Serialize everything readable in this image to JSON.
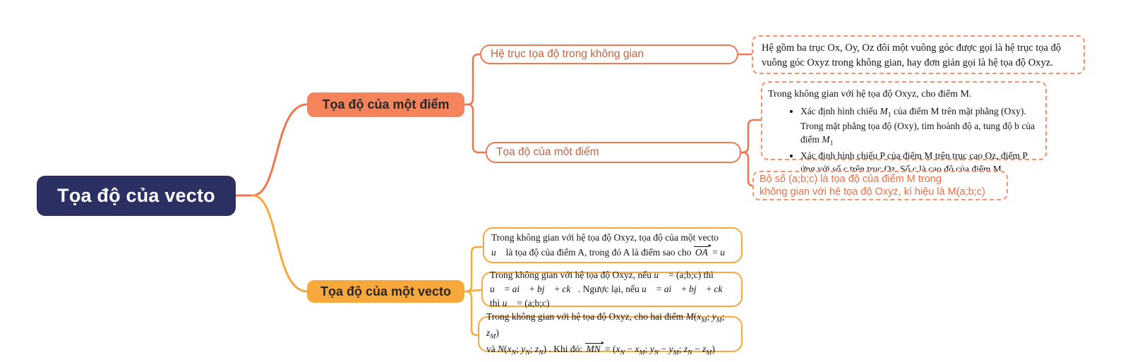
{
  "colors": {
    "root_bg": "#2b2f62",
    "root_text": "#ffffff",
    "branch_point_bg": "#f5845d",
    "branch_vector_bg": "#f9a83c",
    "top_line": "#f0764f",
    "bottom_line": "#f9a83c",
    "sub_border": "#ee7a51",
    "sub_text": "#c06644",
    "dashed_border": "#f5916c",
    "result_text": "#ed6e42"
  },
  "mindmap": {
    "root": {
      "label": "Tọa độ của vecto"
    },
    "branch_point": {
      "label": "Tọa độ của một điểm",
      "sub_axis": {
        "label": "Hệ trục tọa độ trong không gian",
        "note": "Hệ gồm ba trục Ox, Oy, Oz đôi một vuông góc được gọi là hệ trục tọa độ vuông góc Oxyz trong không gian, hay đơn giản gọi là hệ tọa độ Oxyz."
      },
      "sub_point": {
        "label": "Tọa độ của môt điểm",
        "steps": {
          "intro": "Trong không gian với hệ tọa độ Oxyz, cho điểm M.",
          "bullet1_html": "Xác định hình chiếu <i>M</i><sub>1</sub> của điểm M trên mặt phẳng (Oxy).<br>Trong mặt phẳng tọa độ (Oxy), tìm hoành độ a, tung độ b của điểm <i>M</i><sub>1</sub>",
          "bullet2": "Xác định hình chiếu P của điểm M trên trục cao Oz, điểm P ứng với số c trên trục Oz. Số c là cao độ của điểm M."
        },
        "result": {
          "line1": "Bộ số (a;b;c) là tọa độ của điểm M trong",
          "line2": "không gian với hệ tọa độ Oxyz, kí hiệu là M(a;b;c)"
        }
      }
    },
    "branch_vector": {
      "label": "Tọa độ của một vecto",
      "notes": [
        {
          "html": "Trong không gian với hệ tọa độ Oxyz, tọa độ của một vecto<br><i>u⃗</i> là tọa độ của điểm A, trong đó A là điểm sao cho <span class=\"oar\">OA</span> = <i>u⃗</i>"
        },
        {
          "html": "Trong không gian với hệ tọa độ Oxyz, nếu <i>u⃗</i> = (a;b;c) thì<br><i>u⃗</i> = <i>ai⃗</i> + <i>bj⃗</i> + <i>ck⃗</i>. Ngược lại, nếu <i>u⃗</i> = <i>ai⃗</i> + <i>bj⃗</i> + <i>ck⃗</i> thì <i>u⃗</i> = (a;b;c)"
        },
        {
          "html": "Trong không gian với hệ tọa độ Oxyz, cho hai điểm <i>M</i>(<i>x<sub>M</sub></i>; <i>y<sub>M</sub></i>; <i>z<sub>M</sub></i>)<br>và <i>N</i>(<i>x<sub>N</sub></i>; <i>y<sub>N</sub></i>; <i>z<sub>N</sub></i>) . Khi đó: <span class=\"oar\">MN</span> = (<i>x<sub>N</sub></i> − <i>x<sub>M</sub></i>; <i>y<sub>N</sub></i> − <i>y<sub>M</sub></i>; <i>z<sub>N</sub></i> − <i>z<sub>M</sub></i>)"
        }
      ]
    }
  }
}
